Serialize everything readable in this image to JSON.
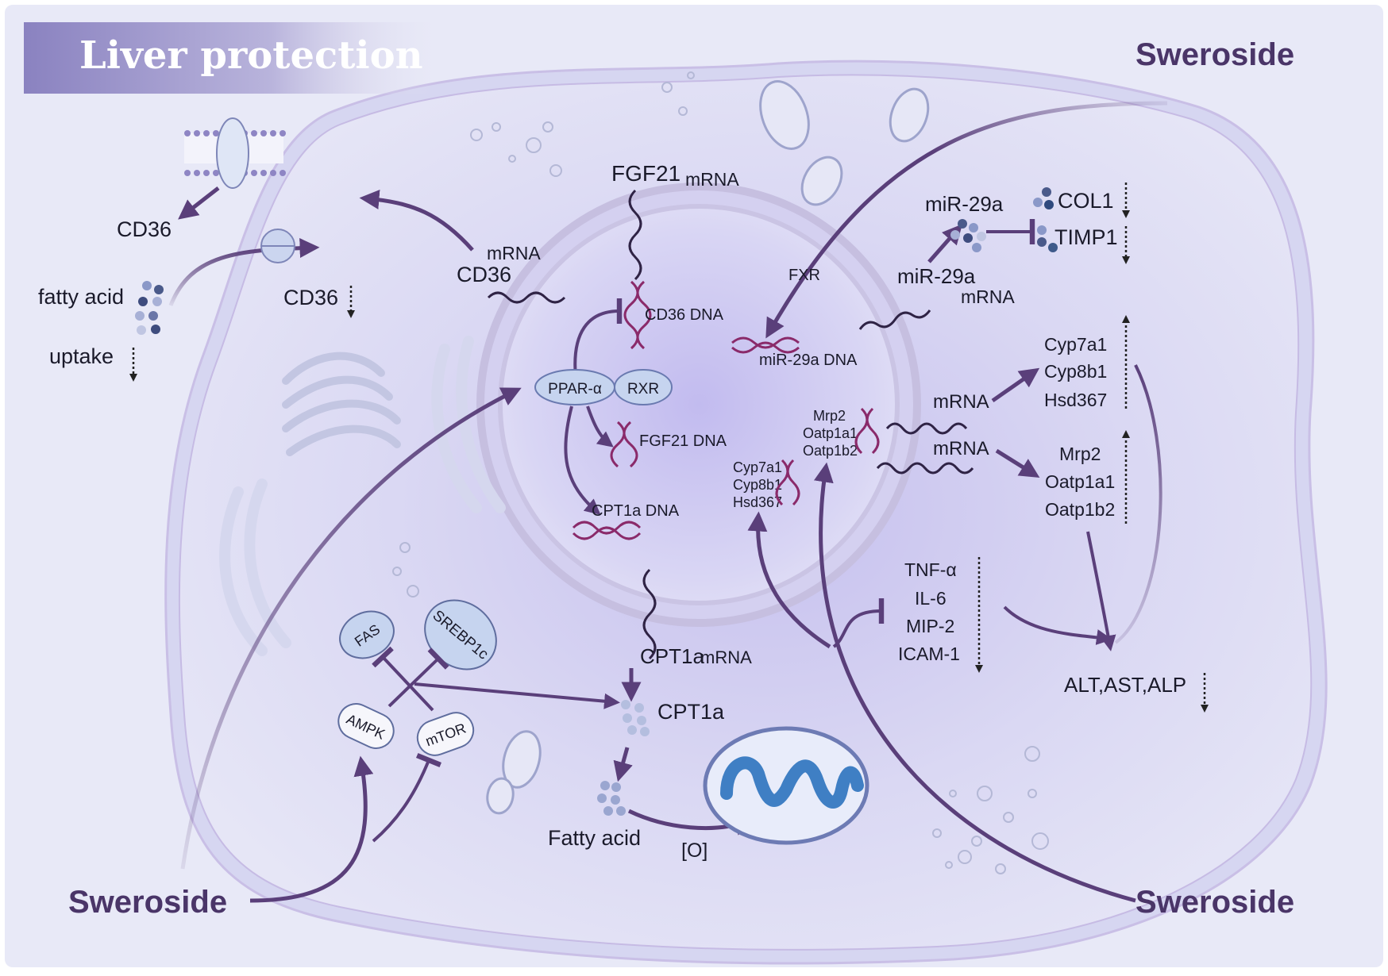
{
  "title": "Liver protection",
  "sweroside": "Sweroside",
  "labels": {
    "cd36_membrane": "CD36",
    "fatty_acid": "fatty acid",
    "uptake": "uptake",
    "cd36_down": "CD36",
    "cd36_mrna_sup": "mRNA",
    "cd36_mrna": "CD36",
    "fgf21_mrna_main": "FGF21",
    "fgf21_mrna_sub": "mRNA",
    "cd36_dna": "CD36 DNA",
    "ppar": "PPAR-α",
    "rxr": "RXR",
    "fgf21_dna": "FGF21 DNA",
    "cpt1a_dna": "CPT1a DNA",
    "cpt1a_mrna_main": "CPT1a",
    "cpt1a_mrna_sub": "mRNA",
    "cpt1a": "CPT1a",
    "fatty_acid_cap": "Fatty acid",
    "oxidation": "[O]",
    "fas": "FAS",
    "srebp": "SREBP1c",
    "ampk": "AMPK",
    "mtor": "mTOR",
    "fxr": "FXR",
    "mir29a_dna": "miR-29a  DNA",
    "mir29a": "miR-29a",
    "mir29a_mrna_main": "miR-29a",
    "mir29a_mrna_sub": "mRNA",
    "col1": "COL1",
    "timp1": "TIMP1",
    "mrp2_n": "Mrp2",
    "oatp1a1_n": "Oatp1a1",
    "oatp1b2_n": "Oatp1b2",
    "cyp7a1_n": "Cyp7a1",
    "cyp8b1_n": "Cyp8b1",
    "hsd367_n": "Hsd367",
    "mrna_1": "mRNA",
    "mrna_2": "mRNA",
    "cyp7a1": "Cyp7a1",
    "cyp8b1": "Cyp8b1",
    "hsd367": "Hsd367",
    "mrp2": "Mrp2",
    "oatp1a1": "Oatp1a1",
    "oatp1b2": "Oatp1b2",
    "tnf": "TNF-α",
    "il6": "IL-6",
    "mip2": "MIP-2",
    "icam1": "ICAM-1",
    "enzymes": "ALT,AST,ALP"
  },
  "colors": {
    "arrow": "#5a3f7a",
    "dna": "#8a2a6a",
    "title_band": "#9a90c8",
    "cell_fill": "#dcdcf4",
    "nucleus_fill": "#cfcaf0",
    "sweroside_text": "#4a3568"
  }
}
